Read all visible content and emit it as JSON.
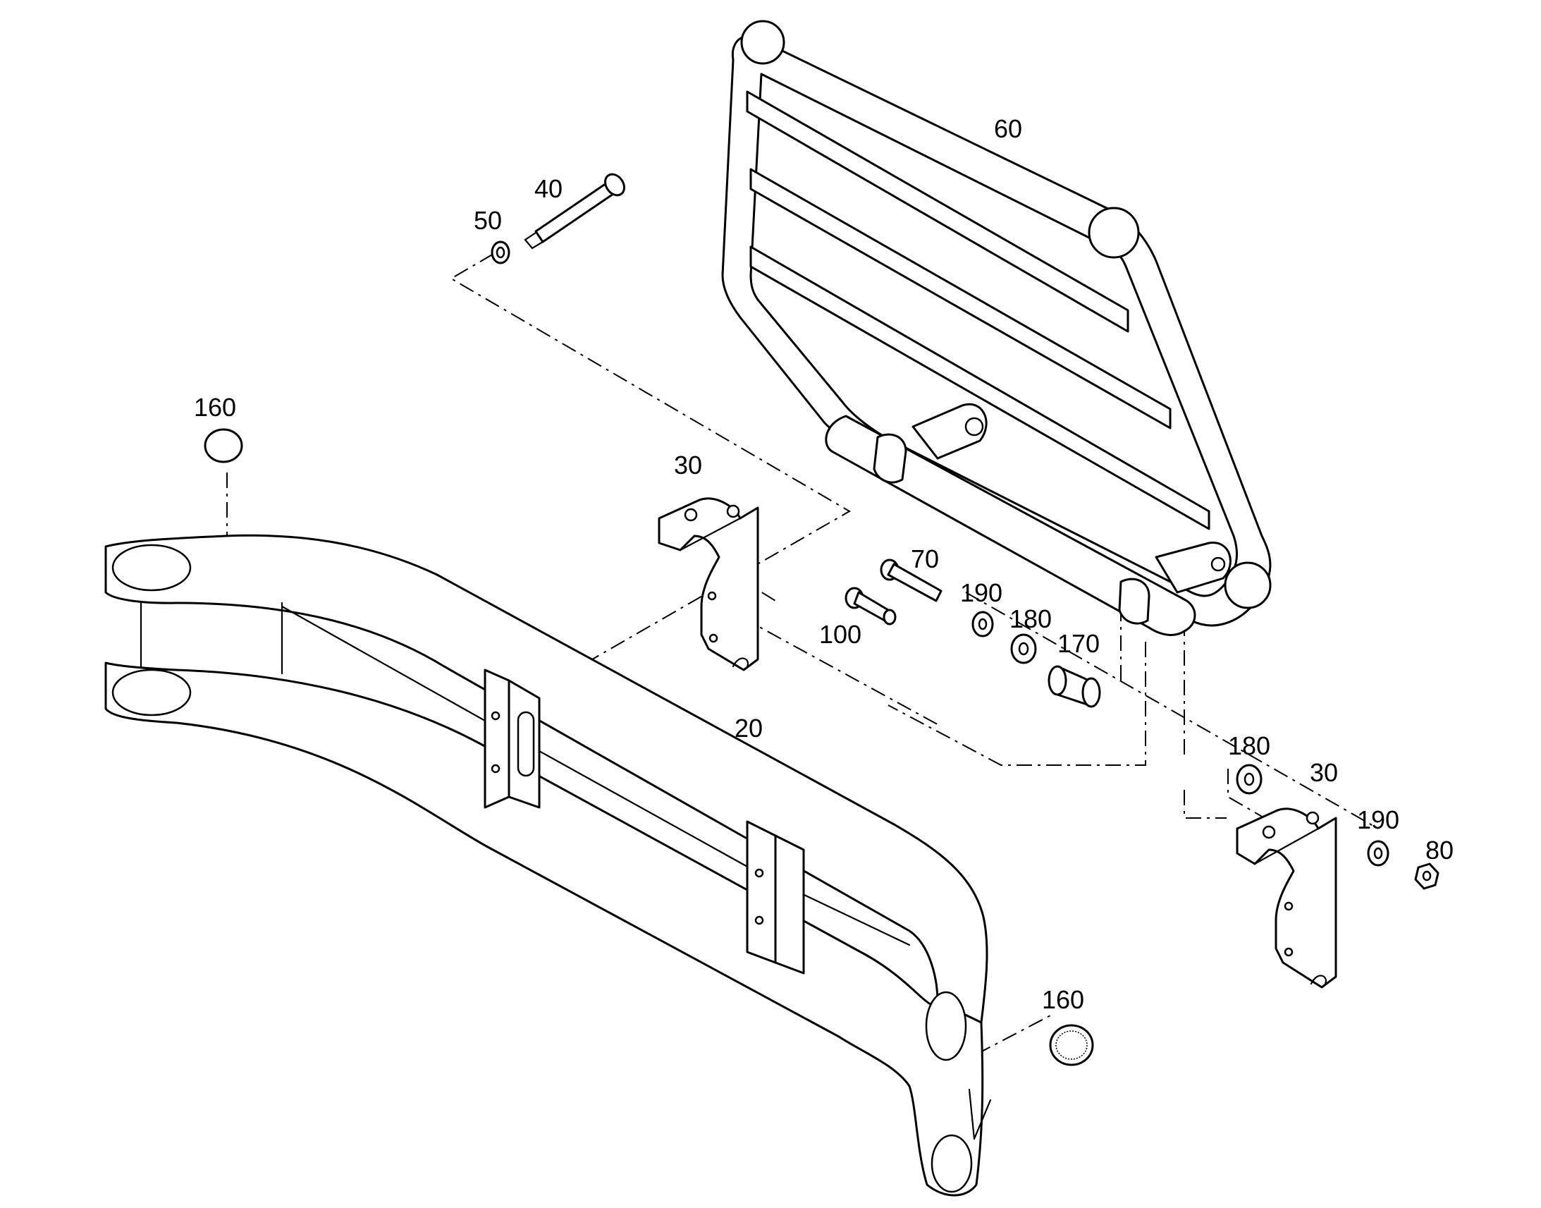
{
  "diagram": {
    "callouts": [
      {
        "id": "c60",
        "text": "60"
      },
      {
        "id": "c40",
        "text": "40"
      },
      {
        "id": "c50",
        "text": "50"
      },
      {
        "id": "c160a",
        "text": "160"
      },
      {
        "id": "c30a",
        "text": "30"
      },
      {
        "id": "c70",
        "text": "70"
      },
      {
        "id": "c190a",
        "text": "190"
      },
      {
        "id": "c180a",
        "text": "180"
      },
      {
        "id": "c170",
        "text": "170"
      },
      {
        "id": "c100",
        "text": "100"
      },
      {
        "id": "c20",
        "text": "20"
      },
      {
        "id": "c180b",
        "text": "180"
      },
      {
        "id": "c30b",
        "text": "30"
      },
      {
        "id": "c190b",
        "text": "190"
      },
      {
        "id": "c80",
        "text": "80"
      },
      {
        "id": "c160b",
        "text": "160"
      }
    ]
  }
}
